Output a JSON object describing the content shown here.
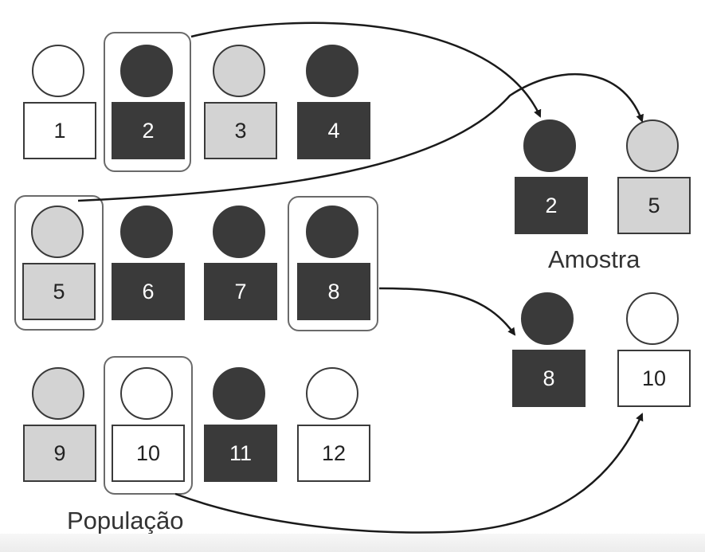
{
  "colors": {
    "dark": "#3a3a3a",
    "gray": "#d3d3d3",
    "white": "#ffffff",
    "outline": "#6a6a6a"
  },
  "population": {
    "label": "População",
    "members": [
      {
        "id": "1",
        "color": "white"
      },
      {
        "id": "2",
        "color": "dark",
        "selected": true
      },
      {
        "id": "3",
        "color": "gray"
      },
      {
        "id": "4",
        "color": "dark"
      },
      {
        "id": "5",
        "color": "gray",
        "selected": true
      },
      {
        "id": "6",
        "color": "dark"
      },
      {
        "id": "7",
        "color": "dark"
      },
      {
        "id": "8",
        "color": "dark",
        "selected": true
      },
      {
        "id": "9",
        "color": "gray"
      },
      {
        "id": "10",
        "color": "white",
        "selected": true
      },
      {
        "id": "11",
        "color": "dark"
      },
      {
        "id": "12",
        "color": "white"
      }
    ]
  },
  "sample": {
    "label": "Amostra",
    "members": [
      {
        "id": "2",
        "color": "dark"
      },
      {
        "id": "5",
        "color": "gray"
      },
      {
        "id": "8",
        "color": "dark"
      },
      {
        "id": "10",
        "color": "white"
      }
    ]
  }
}
